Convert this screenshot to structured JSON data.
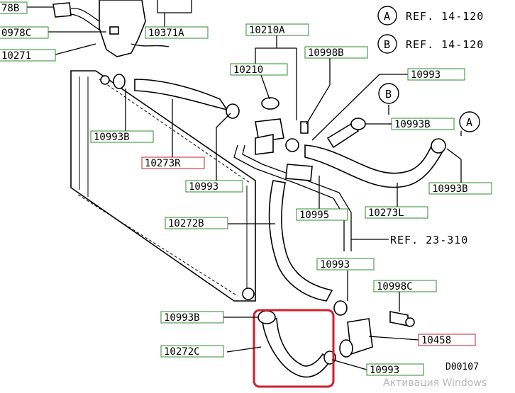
{
  "diagram_code": "D00107",
  "watermark": "Активация Windows",
  "references": [
    {
      "letter": "A",
      "text": "REF. 14-120"
    },
    {
      "letter": "B",
      "text": "REF. 14-120"
    }
  ],
  "callout_letters": [
    "B",
    "A"
  ],
  "ref_note": "REF. 23-310",
  "labels": {
    "l_78b": "78B",
    "l_0978c": "0978C",
    "l_10271": "10271",
    "l_10371a": "10371A",
    "l_10210a": "10210A",
    "l_10210": "10210",
    "l_10998b": "10998B",
    "l_10993_top": "10993",
    "l_10993b_left": "10993B",
    "l_10273r": "10273R",
    "l_10993_mid": "10993",
    "l_10993b_right": "10993B",
    "l_10993b_far": "10993B",
    "l_10995": "10995",
    "l_10273l": "10273L",
    "l_10272b": "10272B",
    "l_10993_low": "10993",
    "l_10998c": "10998C",
    "l_10993b_bottom": "10993B",
    "l_10272c": "10272C",
    "l_10458": "10458",
    "l_10993_bottom": "10993"
  },
  "colors": {
    "label_border_green": "#2e8b2e",
    "label_border_red": "#c0202a",
    "highlight_red": "#d21e2e",
    "ink": "#000000"
  }
}
